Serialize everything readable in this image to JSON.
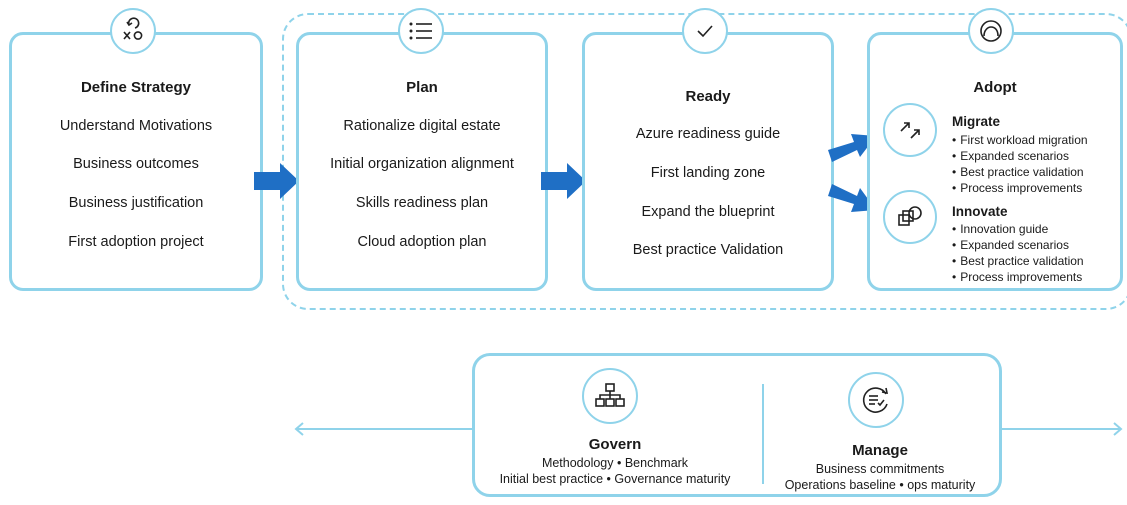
{
  "phases": {
    "define_strategy": {
      "title": "Define Strategy",
      "items": [
        "Understand Motivations",
        "Business outcomes",
        "Business justification",
        "First adoption project"
      ]
    },
    "plan": {
      "title": "Plan",
      "items": [
        "Rationalize digital estate",
        "Initial organization alignment",
        "Skills readiness plan",
        "Cloud adoption plan"
      ]
    },
    "ready": {
      "title": "Ready",
      "items": [
        "Azure readiness guide",
        "First landing zone",
        "Expand the blueprint",
        "Best practice Validation"
      ]
    },
    "adopt": {
      "title": "Adopt",
      "migrate": {
        "title": "Migrate",
        "items": [
          "First workload migration",
          "Expanded scenarios",
          "Best practice validation",
          "Process improvements"
        ]
      },
      "innovate": {
        "title": "Innovate",
        "items": [
          "Innovation guide",
          "Expanded scenarios",
          "Best practice validation",
          "Process improvements"
        ]
      }
    }
  },
  "govern": {
    "title": "Govern",
    "line1": "Methodology • Benchmark",
    "line2": "Initial best practice • Governance maturity"
  },
  "manage": {
    "title": "Manage",
    "line1": "Business commitments",
    "line2": "Operations baseline • ops maturity"
  },
  "icons": {
    "define_strategy": "strategy-xo-icon",
    "plan": "list-icon",
    "ready": "checkmark-icon",
    "adopt": "cloud-circle-icon",
    "migrate": "migrate-arrows-icon",
    "innovate": "innovate-shapes-icon",
    "govern": "hierarchy-icon",
    "manage": "manage-cycle-icon"
  },
  "colors": {
    "border": "#8fd3ea",
    "arrow": "#1f6fc5",
    "text": "#1a1a1a"
  }
}
